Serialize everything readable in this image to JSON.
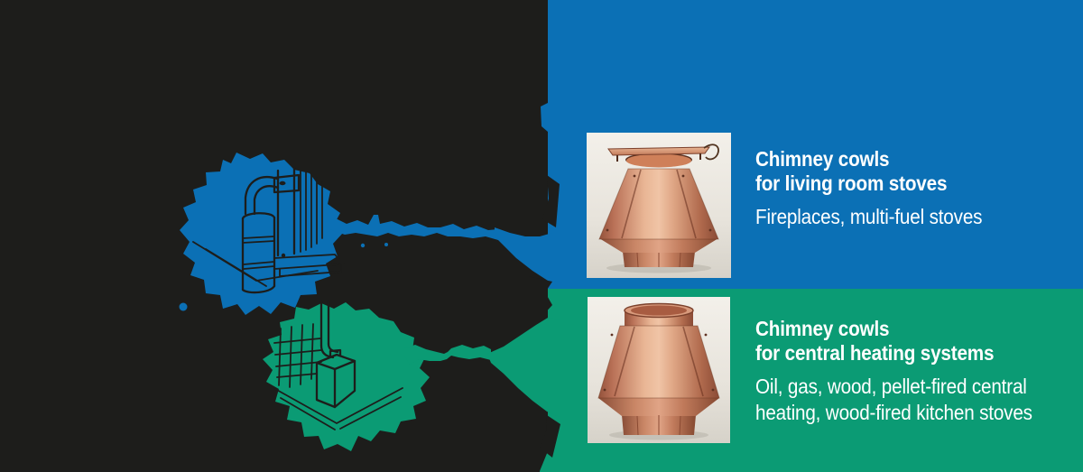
{
  "colors": {
    "background": "#1d1d1b",
    "blue": "#0b70b5",
    "green": "#0b9b74",
    "text": "#ffffff"
  },
  "panels": {
    "living_room": {
      "title_line1": "Chimney cowls",
      "title_line2": "for living room stoves",
      "subtitle_line1": "Fireplaces, multi-fuel stoves"
    },
    "central_heating": {
      "title_line1": "Chimney cowls",
      "title_line2": "for central heating systems",
      "subtitle_line1": "Oil, gas, wood, pellet-fired central",
      "subtitle_line2": "heating, wood-fired kitchen stoves"
    }
  },
  "illustrations": {
    "living_room_sketch": "living-room-stove-sketch",
    "central_heating_sketch": "central-heating-boiler-sketch",
    "living_room_photo": "copper-chimney-cowl-with-cap-photo",
    "central_heating_photo": "copper-chimney-cowl-open-top-photo"
  }
}
